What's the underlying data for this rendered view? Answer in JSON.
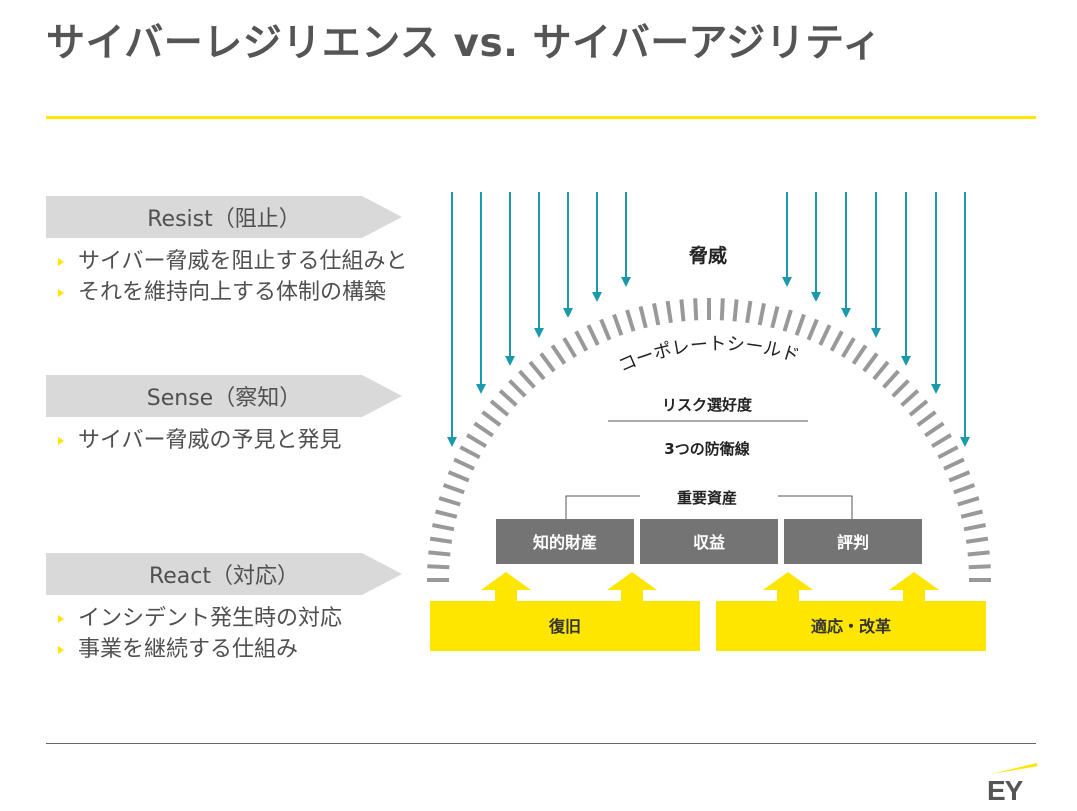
{
  "title": "サイバーレジリエンス vs. サイバーアジリティ",
  "sections": [
    {
      "banner": "Resist（阻止）",
      "bullets": [
        "サイバー脅威を阻止する仕組みと",
        "それを維持向上する体制の構築"
      ]
    },
    {
      "banner": "Sense（察知）",
      "bullets": [
        "サイバー脅威の予見と発見"
      ]
    },
    {
      "banner": "React（対応）",
      "bullets": [
        "インシデント発生時の対応",
        "事業を継続する仕組み"
      ]
    }
  ],
  "diagram": {
    "threat_label": "脅威",
    "shield_label": "コーポレートシールド",
    "risk_appetite": "リスク選好度",
    "lines_of_defense": "3つの防衛線",
    "key_assets_label": "重要資産",
    "assets": [
      "知的財産",
      "収益",
      "評判"
    ],
    "foundations": [
      "復旧",
      "適応・改革"
    ]
  },
  "logo": "EY",
  "colors": {
    "accent_yellow": "#ffe600",
    "arrow_teal": "#1a9aaa",
    "asset_gray": "#747474",
    "stripe_gray": "#999999"
  }
}
